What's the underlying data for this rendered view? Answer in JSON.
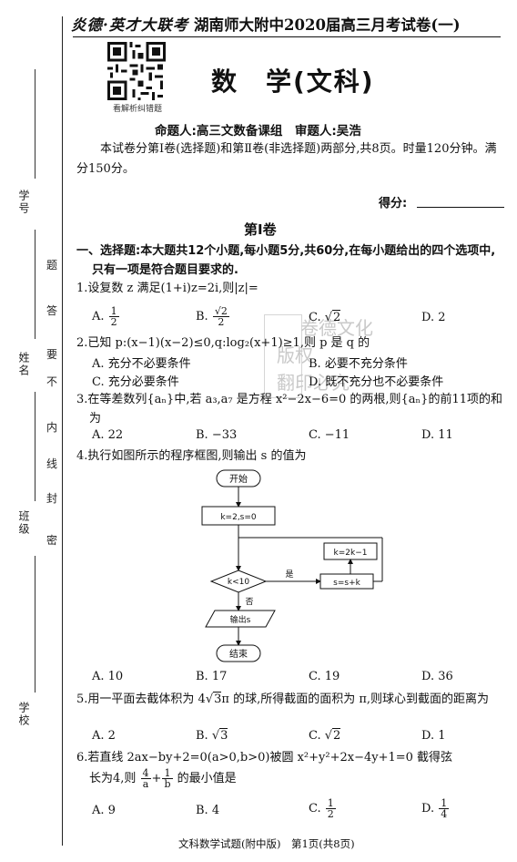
{
  "header": {
    "brand": "炎德·英才大联考",
    "title": "湖南师大附中2020届高三月考试卷(一)",
    "qr_caption": "看解析纠错题",
    "subject": "数　学(文科)",
    "authors": "命题人:高三文数备课组　审题人:吴浩",
    "intro": "本试卷分第Ⅰ卷(选择题)和第Ⅱ卷(非选择题)两部分,共8页。时量120分钟。满分150分。",
    "score_label": "得分:"
  },
  "binding": {
    "fields": [
      "学号",
      "姓名",
      "班级",
      "学校"
    ],
    "seal_chars": [
      "题",
      "答",
      "要",
      "不",
      "内",
      "线",
      "封",
      "密"
    ]
  },
  "volume_title": "第Ⅰ卷",
  "section": {
    "title": "一、选择题:本大题共12个小题,每小题5分,共60分,在每小题给出的四个选项中,只有一项是符合题目要求的."
  },
  "questions": {
    "q1": {
      "stem": "1.设复数 z 满足(1+i)z=2i,则|z|=",
      "a": "A.",
      "b": "B.",
      "c": "C.",
      "d": "D. 2",
      "a_num": "1",
      "a_den": "2",
      "b_num": "√2",
      "b_den": "2",
      "c_val": "2"
    },
    "q2": {
      "stem": "2.已知 p:(x−1)(x−2)≤0,q:log₂(x+1)≥1,则 p 是 q 的",
      "a": "A. 充分不必要条件",
      "b": "B. 必要不充分条件",
      "c": "C. 充分必要条件",
      "d": "D. 既不充分也不必要条件"
    },
    "q3": {
      "stem": "3.在等差数列{aₙ}中,若 a₃,a₇ 是方程 x²−2x−6=0 的两根,则{aₙ}的前11项的和为",
      "a": "A. 22",
      "b": "B. −33",
      "c": "C. −11",
      "d": "D. 11"
    },
    "q4": {
      "stem": "4.执行如图所示的程序框图,则输出 s 的值为",
      "a": "A. 10",
      "b": "B. 17",
      "c": "C. 19",
      "d": "D. 36"
    },
    "q5": {
      "stem_pre": "5.用一平面去截体积为 4",
      "stem_root": "3",
      "stem_post": "π 的球,所得截面的面积为 π,则球心到截面的距离为",
      "a": "A. 2",
      "b": "B.",
      "b_root": "3",
      "c": "C.",
      "c_root": "2",
      "d": "D. 1"
    },
    "q6": {
      "stem_line1": "6.若直线 2ax−by+2=0(a>0,b>0)被圆 x²+y²+2x−4y+1=0 截得弦",
      "stem_pre": "长为4,则",
      "f1_num": "4",
      "f1_den": "a",
      "plus": "+",
      "f2_num": "1",
      "f2_den": "b",
      "stem_post": "的最小值是",
      "a": "A. 9",
      "b": "B. 4",
      "c": "C.",
      "c_num": "1",
      "c_den": "2",
      "d": "D.",
      "d_num": "1",
      "d_den": "4"
    }
  },
  "flowchart": {
    "start": "开始",
    "init": "k=2,s=0",
    "update_k": "k=2k−1",
    "update_s": "s=s+k",
    "condition": "k<10",
    "yes": "是",
    "no": "否",
    "output": "输出s",
    "end": "结束"
  },
  "watermark": {
    "line1": "卷德文化",
    "line2": "版权",
    "line3": "翻印必究"
  },
  "footer": "文科数学试题(附中版)　第1页(共8页)"
}
